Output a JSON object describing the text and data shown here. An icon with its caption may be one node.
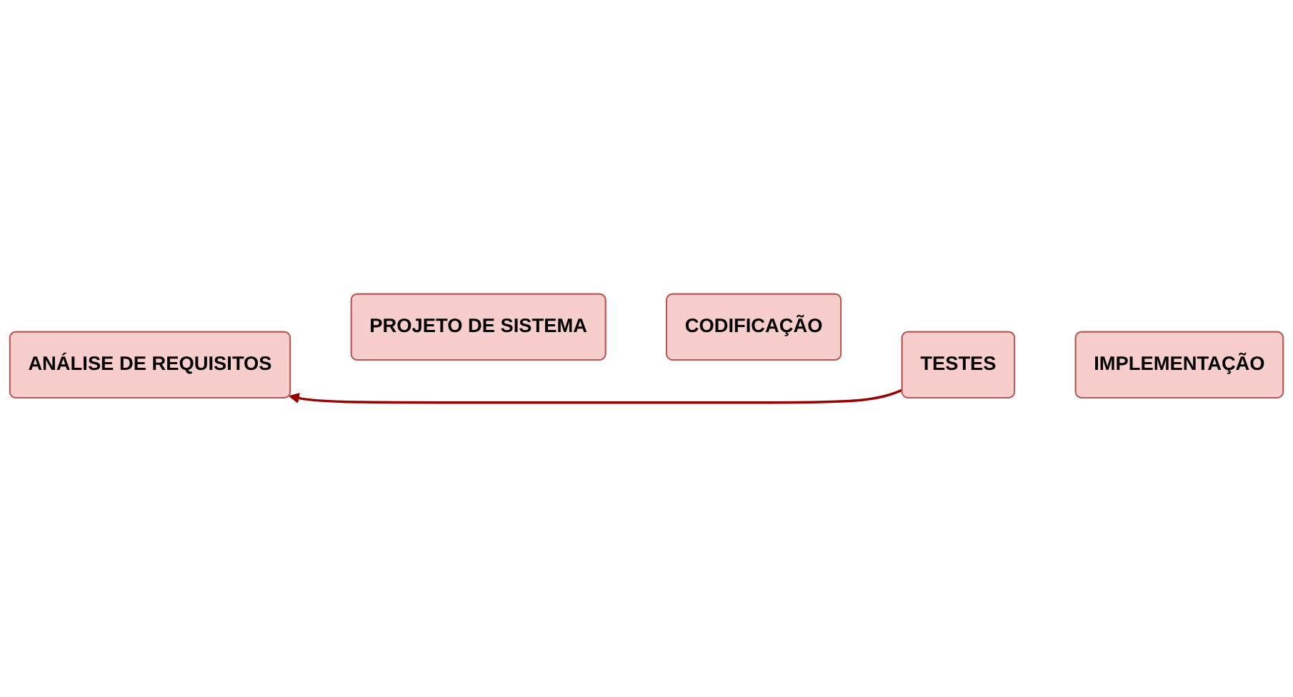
{
  "diagram": {
    "nodes": [
      {
        "text": [
          "ANÁLISE DE REQUISITOS"
        ]
      },
      {
        "text": [
          "PROJETO DE SISTEMA"
        ]
      },
      {
        "text": [
          "CODIFICAÇÃO"
        ]
      },
      {
        "text": [
          "TESTES"
        ]
      },
      {
        "text": [
          "IMPLEMENTAÇÃO"
        ]
      }
    ],
    "edges": [
      {
        "from": 3,
        "to": 0,
        "arrow": "to",
        "color": "#990000"
      }
    ]
  }
}
